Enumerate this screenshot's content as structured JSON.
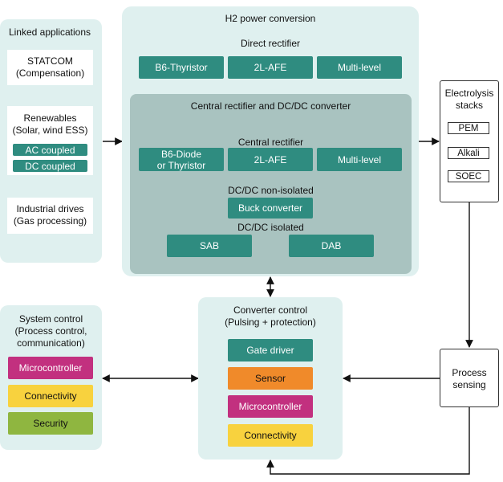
{
  "linked": {
    "title": "Linked applications",
    "statcom": "STATCOM\n(Compensation)",
    "renewables": "Renewables\n(Solar, wind ESS)",
    "ac_coupled": "AC coupled",
    "dc_coupled": "DC coupled",
    "industrial": "Industrial drives\n(Gas processing)"
  },
  "h2": {
    "title": "H2 power conversion",
    "direct_title": "Direct rectifier",
    "direct_items": [
      "B6-Thyristor",
      "2L-AFE",
      "Multi-level"
    ],
    "central_title": "Central rectifier and DC/DC converter",
    "central_rect_title": "Central rectifier",
    "central_items": [
      "B6-Diode\nor Thyristor",
      "2L-AFE",
      "Multi-level"
    ],
    "nonisolated_title": "DC/DC non-isolated",
    "buck": "Buck converter",
    "isolated_title": "DC/DC isolated",
    "isolated_items": [
      "SAB",
      "DAB"
    ]
  },
  "electrolysis": {
    "title": "Electrolysis\nstacks",
    "items": [
      "PEM",
      "Alkali",
      "SOEC"
    ]
  },
  "system_control": {
    "title": "System control\n(Process control,\ncommunication)",
    "items": [
      "Microcontroller",
      "Connectivity",
      "Security"
    ]
  },
  "converter_control": {
    "title": "Converter control\n(Pulsing + protection)",
    "items": [
      "Gate driver",
      "Sensor",
      "Microcontroller",
      "Connectivity"
    ]
  },
  "process_sensing": {
    "title": "Process\nsensing"
  },
  "colors": {
    "panel": "#dff0ef",
    "inner": "#a9c3c0",
    "teal": "#2f8c80",
    "magenta": "#c2307f",
    "yellow": "#f8d23e",
    "green": "#8fb640",
    "orange": "#f08a2a"
  }
}
